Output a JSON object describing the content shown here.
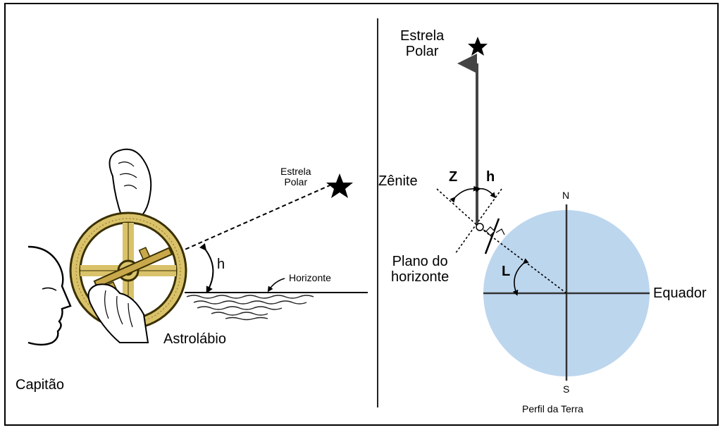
{
  "left_panel": {
    "star_label_line1": "Estrela",
    "star_label_line2": "Polar",
    "angle_label": "h",
    "horizon_label": "Horizonte",
    "instrument_label": "Astrolábio",
    "person_label": "Capitão"
  },
  "right_panel": {
    "star_label_line1": "Estrela",
    "star_label_line2": "Polar",
    "zenith_label": "Zênite",
    "z_label": "Z",
    "h_label": "h",
    "north_label": "N",
    "south_label": "S",
    "plane_label_line1": "Plano do",
    "plane_label_line2": "horizonte",
    "latitude_label": "L",
    "equator_label": "Equador",
    "profile_label": "Perfil da Terra"
  },
  "colors": {
    "earth_fill": "#bcd6ee",
    "astrolabe_fill": "#d9c26a",
    "astrolabe_stroke": "#3a3000"
  }
}
